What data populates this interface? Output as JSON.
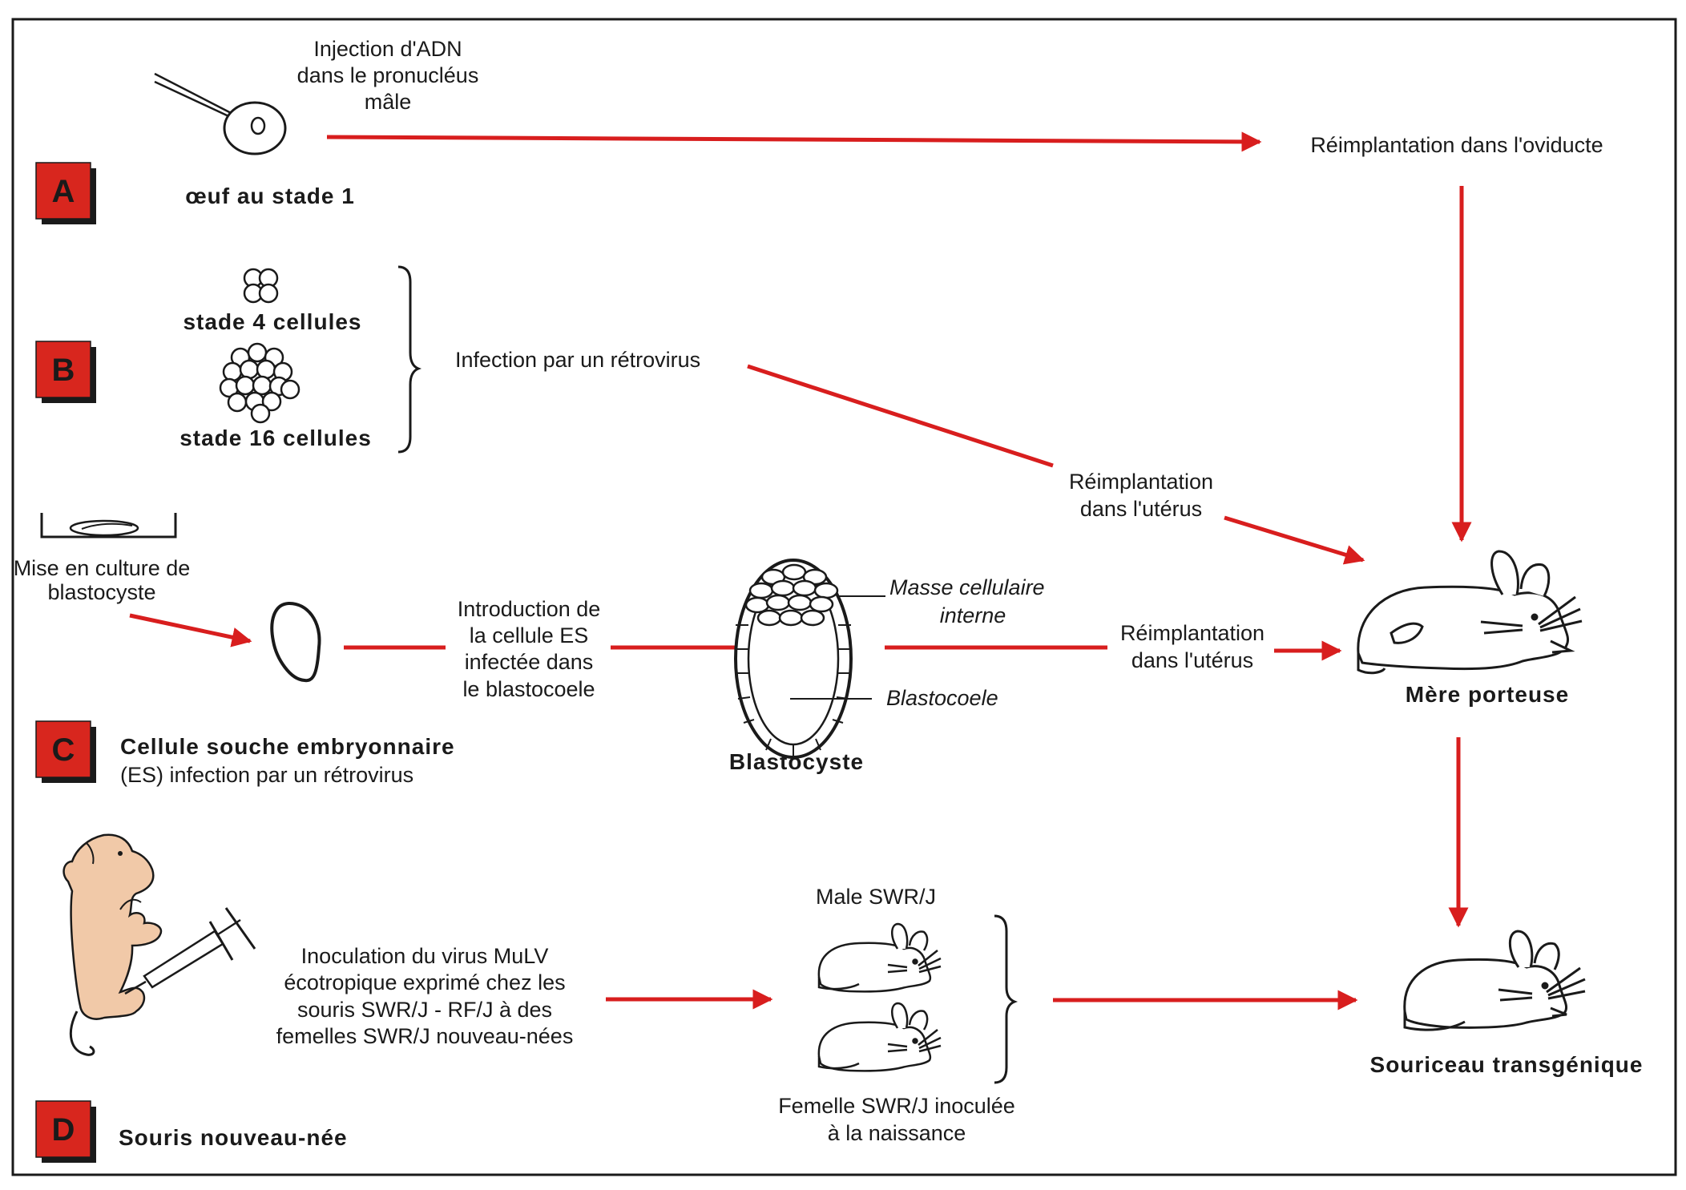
{
  "colors": {
    "arrow": "#d81e1e",
    "badge": "#d8261e",
    "badge_shadow": "#1a1a1a",
    "mouse_pup": "#f1c9a8",
    "frame": "#1a1a1a"
  },
  "badges": {
    "a": "A",
    "b": "B",
    "c": "C",
    "d": "D"
  },
  "row_a": {
    "injection": [
      "Injection d'ADN",
      "dans le pronucléus",
      "mâle"
    ],
    "egg": "œuf au stade 1",
    "reimplant_oviduct": "Réimplantation dans l'oviducte"
  },
  "row_b": {
    "stage4": "stade 4 cellules",
    "stage16": "stade 16 cellules",
    "infection": "Infection par un rétrovirus",
    "reimplant_uterus": [
      "Réimplantation",
      "dans l'utérus"
    ]
  },
  "row_c": {
    "culture": [
      "Mise en culture de",
      "blastocyste"
    ],
    "introduction": [
      "Introduction de",
      "la cellule ES",
      "infectée dans",
      "le blastocoele"
    ],
    "icm": [
      "Masse cellulaire",
      "interne"
    ],
    "blastocoele": "Blastocoele",
    "blastocyst": "Blastocyste",
    "reimplant_uterus": [
      "Réimplantation",
      "dans l'utérus"
    ],
    "es_title": "Cellule souche embryonnaire",
    "es_sub": "(ES) infection par un rétrovirus",
    "mother": "Mère porteuse"
  },
  "row_d": {
    "inoculation": [
      "Inoculation du virus MuLV",
      "écotropique exprimé chez les",
      "souris SWR/J - RF/J à des",
      "femelles SWR/J nouveau-nées"
    ],
    "male": "Male SWR/J",
    "female": [
      "Femelle SWR/J inoculée",
      "à la naissance"
    ],
    "newborn": "Souris nouveau-née",
    "transgenic": "Souriceau transgénique"
  }
}
